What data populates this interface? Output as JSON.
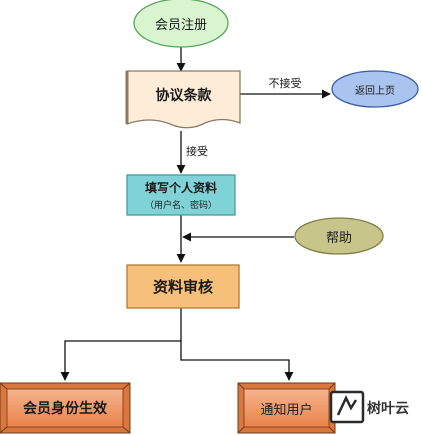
{
  "nodes": {
    "start": "会员注册",
    "terms": "协议条款",
    "back_home": "返回上页",
    "fill_info_line1": "填写个人资料",
    "fill_info_line2": "（用户名、密码）",
    "help": "帮助",
    "review": "资料审核",
    "activate": "会员身份生效",
    "notify": "通知用户"
  },
  "edges": {
    "reject": "不接受",
    "accept": "接受"
  },
  "watermark": {
    "text": "树叶云",
    "icon": "logo-icon"
  },
  "colors": {
    "ellipse_fill": "#d9f5d0",
    "ellipse_stroke": "#5aa55a",
    "terms_fill": "#fdecd6",
    "terms_stroke": "#8a7a66",
    "back_fill": "#a9c4ee",
    "back_stroke": "#3b5fa8",
    "info_fill": "#7fd3d6",
    "info_stroke": "#4a9aa0",
    "help_fill": "#c8c58a",
    "help_stroke": "#7f7d45",
    "review_fill": "#f7c07a",
    "review_stroke": "#b27a30",
    "outcome_fill": "#f39a6a",
    "outcome_stroke": "#8a4522",
    "line": "#111111"
  }
}
